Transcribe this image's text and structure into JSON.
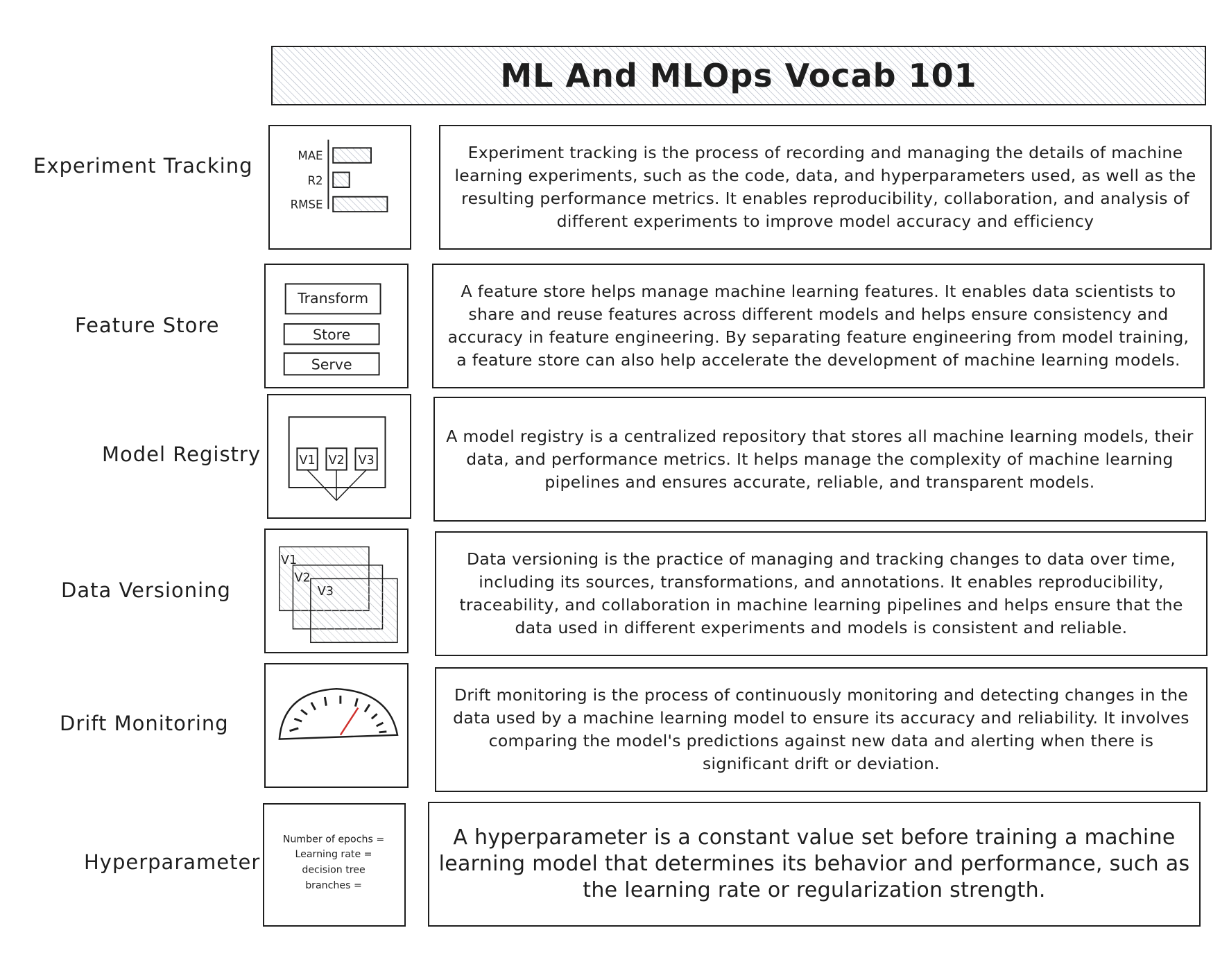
{
  "title": "ML And MLOps Vocab 101",
  "colors": {
    "ink": "#1e1e1e",
    "hatch": "#9aa3b5",
    "needle": "#d0312d"
  },
  "rows": [
    {
      "label": "Experiment Tracking",
      "icon": "bar-chart-icon",
      "icon_labels": [
        "MAE",
        "R2",
        "RMSE"
      ],
      "description": "Experiment tracking is the process of recording and managing the details of machine learning experiments, such as the code, data, and hyperparameters used, as well as the resulting performance metrics. It enables reproducibility, collaboration, and analysis of different experiments to improve model accuracy and efficiency"
    },
    {
      "label": "Feature Store",
      "icon": "pipeline-stack-icon",
      "icon_labels": [
        "Transform",
        "Store",
        "Serve"
      ],
      "description": "A feature store helps manage machine learning features. It enables data scientists to share and reuse features across different models and helps ensure consistency and accuracy in feature engineering. By separating feature engineering from model training, a feature store can also help accelerate the development of machine learning models."
    },
    {
      "label": "Model Registry",
      "icon": "registry-icon",
      "icon_labels": [
        "V1",
        "V2",
        "V3"
      ],
      "description": "A model registry is a centralized repository that stores all machine learning models, their data, and performance metrics. It helps manage the complexity of machine learning pipelines and ensures accurate, reliable, and transparent models."
    },
    {
      "label": "Data Versioning",
      "icon": "stacked-versions-icon",
      "icon_labels": [
        "V1",
        "V2",
        "V3"
      ],
      "description": "Data versioning is the practice of managing and tracking changes to data over time, including its sources, transformations, and annotations. It enables reproducibility, traceability, and collaboration in machine learning pipelines and helps ensure that the data used in different experiments and models is consistent and reliable."
    },
    {
      "label": "Drift Monitoring",
      "icon": "gauge-icon",
      "icon_labels": [],
      "description": "Drift monitoring is the process of continuously monitoring and detecting changes in the data used by a machine learning model to ensure its accuracy and reliability. It involves comparing the model's predictions against new data and alerting when there is significant drift or deviation."
    },
    {
      "label": "Hyperparameter",
      "icon": "parameter-list-icon",
      "icon_labels": [
        "Number of epochs =",
        "Learning rate =",
        "decision tree",
        "branches ="
      ],
      "description": "A hyperparameter is a constant value set before training a machine learning model that determines its behavior and performance, such as the learning rate or regularization strength."
    }
  ]
}
